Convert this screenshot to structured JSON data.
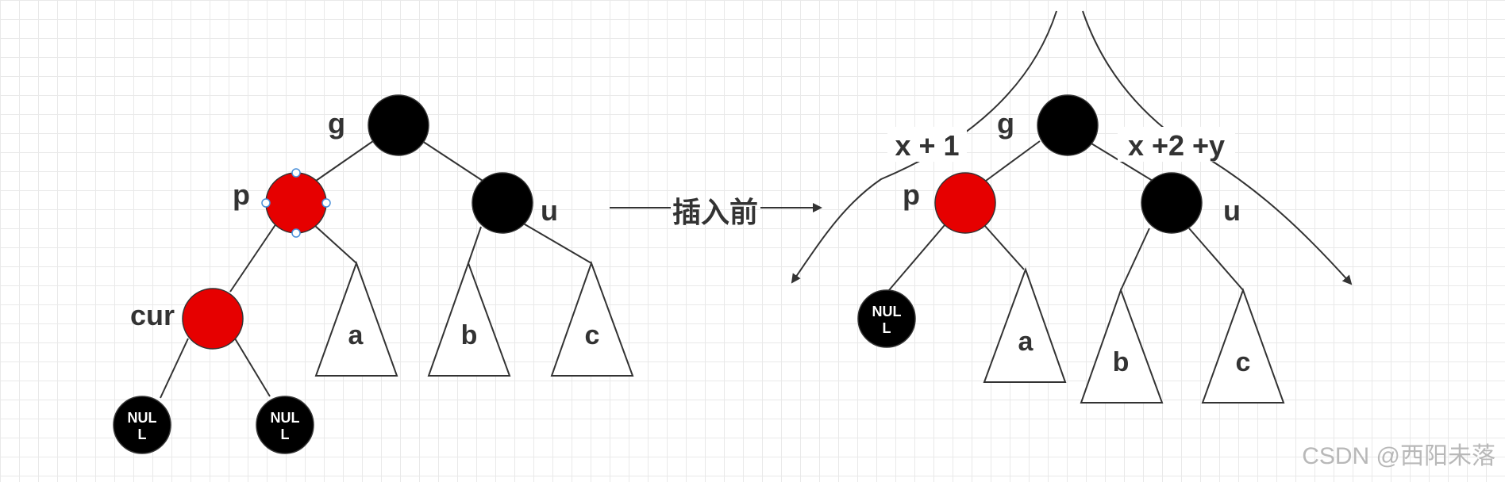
{
  "left_tree": {
    "g_label": "g",
    "p_label": "p",
    "u_label": "u",
    "cur_label": "cur",
    "subtree_a": "a",
    "subtree_b": "b",
    "subtree_c": "c",
    "nil_line1": "NUL",
    "nil_line2": "L"
  },
  "transition": {
    "label": "插入前"
  },
  "right_tree": {
    "g_label": "g",
    "p_label": "p",
    "u_label": "u",
    "subtree_a": "a",
    "subtree_b": "b",
    "subtree_c": "c",
    "nil_line1": "NUL",
    "nil_line2": "L",
    "left_path_label": "x  + 1",
    "right_path_label": "x  +2  +y"
  },
  "watermark": "CSDN @西阳未落",
  "colors": {
    "black_node": "#000000",
    "red_node": "#e60000",
    "line": "#333333",
    "grid": "#e9e9e9",
    "selection_handle": "#4a90d9"
  }
}
